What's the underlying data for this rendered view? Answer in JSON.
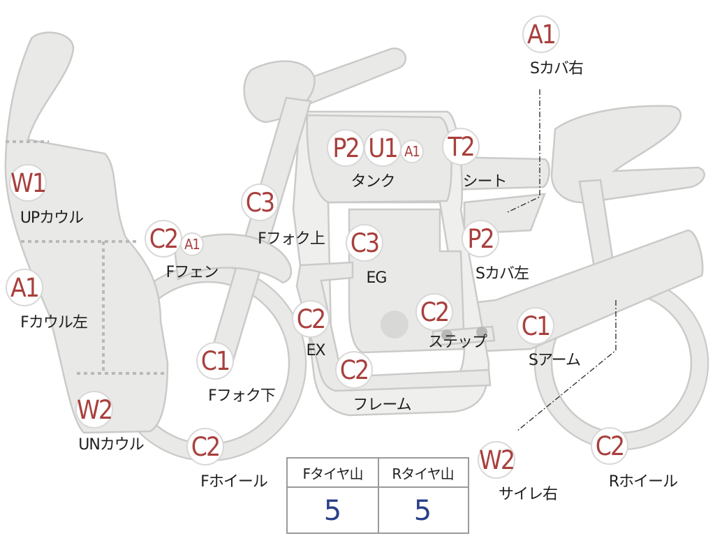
{
  "parts": [
    {
      "key": "a1_scover_r",
      "grade": "A1",
      "label": "Sカバ右"
    },
    {
      "key": "w1_up_cowl",
      "grade": "W1",
      "label": "UPカウル"
    },
    {
      "key": "a1_f_cowl_l",
      "grade": "A1",
      "label": "Fカウル左"
    },
    {
      "key": "w2_un_cowl",
      "grade": "W2",
      "label": "UNカウル"
    },
    {
      "key": "c2_f_fender",
      "grade": "C2",
      "grade2": "A1",
      "label": "Fフェン"
    },
    {
      "key": "c3_f_fork_up",
      "grade": "C3",
      "label": "Fフォク上"
    },
    {
      "key": "c1_f_fork_low",
      "grade": "C1",
      "label": "Fフォク下"
    },
    {
      "key": "c2_f_wheel",
      "grade": "C2",
      "label": "Fホイール"
    },
    {
      "key": "tank",
      "grade": "P2",
      "grade2": "U1",
      "grade3": "A1",
      "label": "タンク"
    },
    {
      "key": "t2_seat",
      "grade": "T2",
      "label": "シート"
    },
    {
      "key": "c3_eg",
      "grade": "C3",
      "label": "EG"
    },
    {
      "key": "c2_ex",
      "grade": "C2",
      "label": "EX"
    },
    {
      "key": "p2_scover_l",
      "grade": "P2",
      "label": "Sカバ左"
    },
    {
      "key": "c2_step",
      "grade": "C2",
      "label": "ステップ"
    },
    {
      "key": "c1_s_arm",
      "grade": "C1",
      "label": "Sアーム"
    },
    {
      "key": "c2_frame",
      "grade": "C2",
      "label": "フレーム"
    },
    {
      "key": "w2_silencer_r",
      "grade": "W2",
      "label": "サイレ右"
    },
    {
      "key": "c2_r_wheel",
      "grade": "C2",
      "label": "Rホイール"
    }
  ],
  "tire_table": {
    "front_header": "Fタイヤ山",
    "rear_header": "Rタイヤ山",
    "front_value": "5",
    "rear_value": "5"
  },
  "colors": {
    "grade_text": "#a8403d",
    "part_fill": "#e9e9e7",
    "tire_value": "#2b3f8c"
  }
}
